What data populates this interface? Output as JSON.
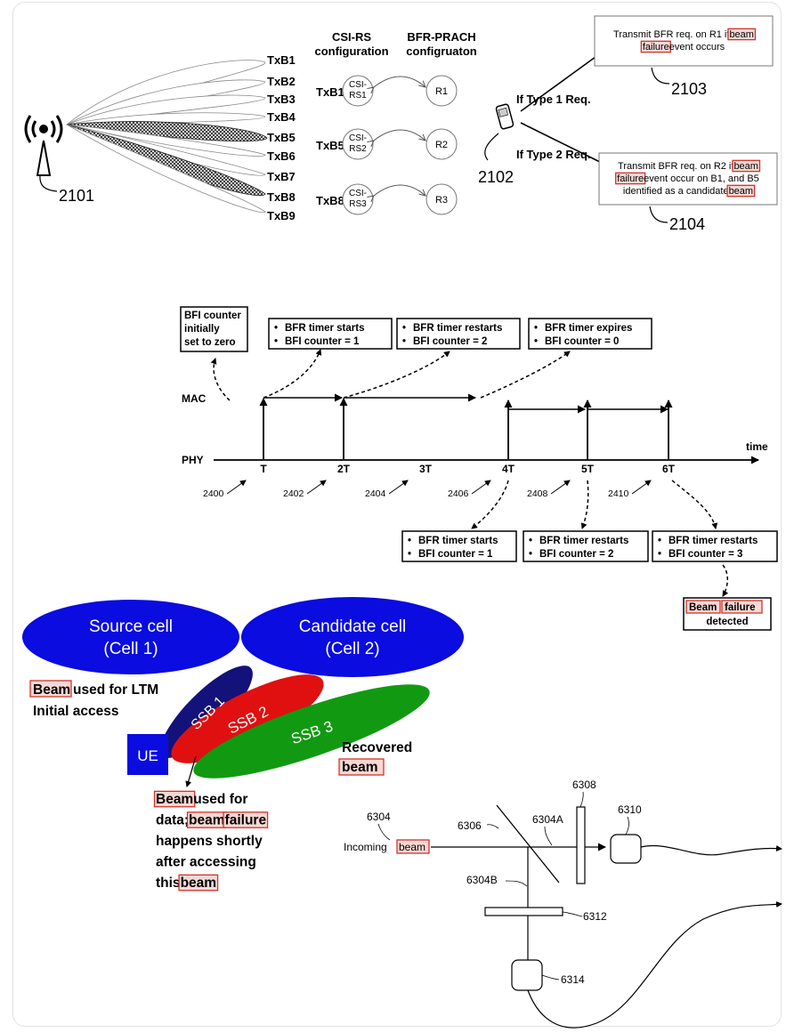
{
  "fig2100": {
    "tower_ref": "2101",
    "beams": [
      "TxB1",
      "TxB2",
      "TxB3",
      "TxB4",
      "TxB5",
      "TxB6",
      "TxB7",
      "TxB8",
      "TxB9"
    ],
    "csi_header_1": "CSI-RS",
    "csi_header_2": "configuration",
    "prach_header_1": "BFR-PRACH",
    "prach_header_2": "configruaton",
    "rows": [
      {
        "beam": "TxB1",
        "csi_1": "CSI-",
        "csi_2": "RS1",
        "prach": "R1"
      },
      {
        "beam": "TxB5",
        "csi_1": "CSI-",
        "csi_2": "RS2",
        "prach": "R2"
      },
      {
        "beam": "TxB8",
        "csi_1": "CSI-",
        "csi_2": "RS3",
        "prach": "R3"
      }
    ],
    "ue_ref": "2102",
    "type1_label": "If Type 1 Req.",
    "type2_label": "If Type 2 Req.",
    "box1_ref": "2103",
    "box1_lines": [
      [
        "Transmit BFR req. on R1 if ",
        "beam"
      ],
      [
        "failure",
        " event occurs"
      ]
    ],
    "box2_ref": "2104",
    "box2_lines": [
      [
        "Transmit BFR req. on R2 if ",
        "beam"
      ],
      [
        "failure",
        " event occur on B1, and B5"
      ],
      [
        "identified as a candidate ",
        "beam"
      ]
    ]
  },
  "fig2400": {
    "mac_label": "MAC",
    "phy_label": "PHY",
    "time_label": "time",
    "ticks": [
      "T",
      "2T",
      "3T",
      "4T",
      "5T",
      "6T"
    ],
    "refs": [
      "2400",
      "2402",
      "2404",
      "2406",
      "2408",
      "2410"
    ],
    "init_box": [
      "BFI counter",
      "initially",
      "set to zero"
    ],
    "mac_boxes": [
      [
        "BFR timer starts",
        "BFI counter = 1"
      ],
      [
        "BFR timer restarts",
        "BFI counter = 2"
      ],
      [
        "BFR timer expires",
        "BFI counter = 0"
      ]
    ],
    "phy_boxes": [
      [
        "BFR timer starts",
        "BFI counter = 1"
      ],
      [
        "BFR timer restarts",
        "BFI counter = 2"
      ],
      [
        "BFR timer restarts",
        "BFI counter = 3"
      ]
    ],
    "detected_box": [
      "Beam",
      "failure",
      "detected"
    ]
  },
  "ltm": {
    "source_cell": [
      "Source cell",
      "(Cell 1)"
    ],
    "candidate_cell": [
      "Candidate cell",
      "(Cell 2)"
    ],
    "ssb1": "SSB 1",
    "ssb2": "SSB 2",
    "ssb3": "SSB 3",
    "ue": "UE",
    "note1_line1": [
      "Beam",
      " used for LTM"
    ],
    "note1_line2": "Initial access",
    "recovered_1": "Recovered",
    "recovered_2": "beam",
    "note2": [
      [
        [
          "Beam",
          true
        ],
        [
          " used for",
          false
        ]
      ],
      [
        [
          "data; ",
          false
        ],
        [
          "beam",
          true
        ],
        [
          " ",
          false
        ],
        [
          "failure",
          true
        ]
      ],
      [
        [
          "happens shortly",
          false
        ]
      ],
      [
        [
          "after accessing",
          false
        ]
      ],
      [
        [
          "this ",
          false
        ],
        [
          "beam",
          true
        ]
      ]
    ],
    "colors": {
      "cells": "#0a0ce0",
      "ssb1": "#12127a",
      "ssb2": "#e01010",
      "ssb3": "#119a11",
      "ue": "#0a0ce0"
    }
  },
  "fig6300": {
    "ref_6304": "6304",
    "incoming_1": "Incoming ",
    "incoming_2": "beam",
    "ref_6306": "6306",
    "ref_6304A": "6304A",
    "ref_6304B": "6304B",
    "ref_6308": "6308",
    "ref_6310": "6310",
    "ref_6312": "6312",
    "ref_6314": "6314"
  }
}
